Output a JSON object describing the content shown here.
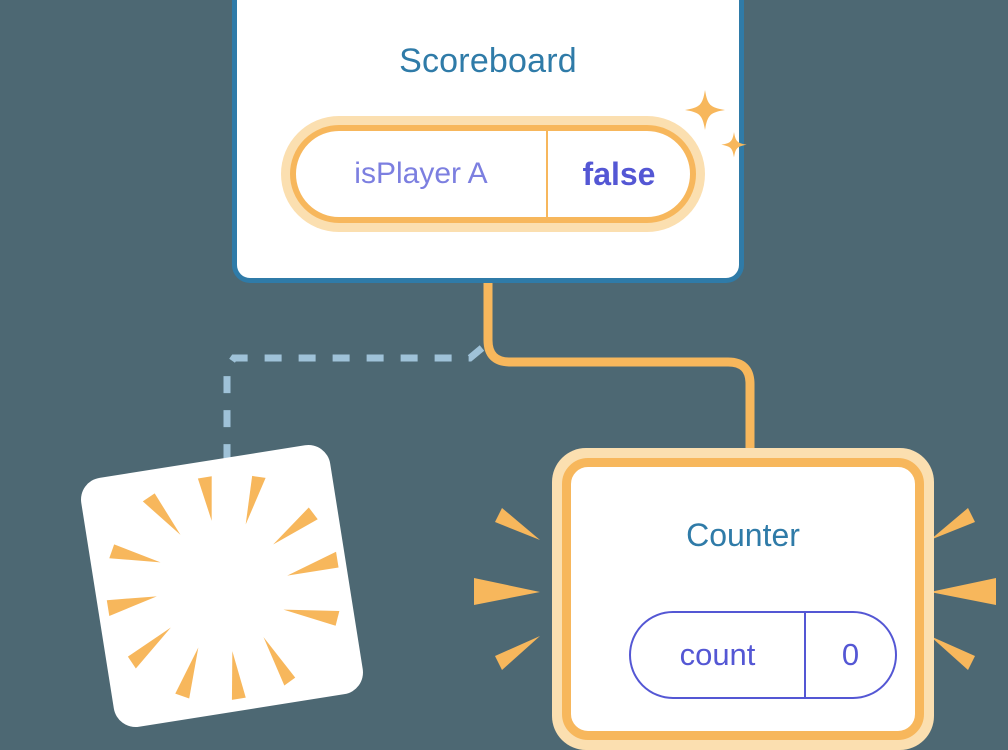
{
  "background_color": "#4d6873",
  "palette": {
    "card_blue_border": "#2f7ba8",
    "title_blue": "#2f7ba8",
    "orange": "#f7b75c",
    "orange_light": "#fbdfb0",
    "purple": "#5457d4",
    "purple_light": "#7c7fe0",
    "dashed_blue": "#9fc2d8",
    "card_white": "#ffffff"
  },
  "scoreboard": {
    "title": "Scoreboard",
    "prop": {
      "key": "isPlayer A",
      "value": "false"
    },
    "sparkle_large": "sparkle-icon",
    "sparkle_small": "sparkle-icon"
  },
  "counter": {
    "title": "Counter",
    "prop": {
      "key": "count",
      "value": "0"
    }
  },
  "blank_card": {
    "label": "",
    "burst": "burst-icon"
  },
  "connectors": {
    "solid": {
      "color": "#f7b75c",
      "style": "solid",
      "from": "Scoreboard",
      "to": "Counter"
    },
    "dashed": {
      "color": "#9fc2d8",
      "style": "dashed",
      "from": "Scoreboard",
      "to": "blank-card"
    }
  }
}
